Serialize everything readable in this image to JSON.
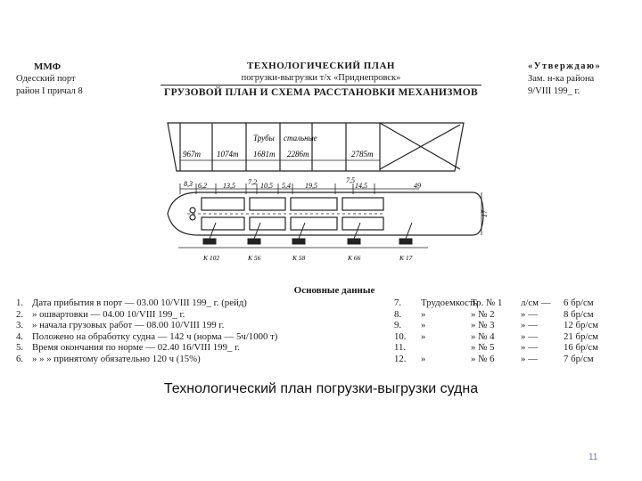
{
  "header": {
    "org": "ММФ",
    "port_line1": "Одесский порт",
    "port_line2": "район I причал 8",
    "title": "ТЕХНОЛОГИЧЕСКИЙ ПЛАН",
    "subtitle": "погрузки-выгрузки т/х «Приднепровск»",
    "plan_title": "ГРУЗОВОЙ ПЛАН И СХЕМА РАССТАНОВКИ МЕХАНИЗМОВ",
    "approve": "«Утверждаю»",
    "approve_role": "Зам. н-ка района",
    "approve_date": "9/VIII 199_ г."
  },
  "cargo_plan": {
    "cells": [
      "967т",
      "1074т",
      "Трубы",
      "1681т",
      "стальные",
      "2286т",
      "2785т"
    ]
  },
  "scheme": {
    "dims": [
      "8,3",
      "6,2",
      "13,5",
      "7,2",
      "10,5",
      "5,4",
      "19,5",
      "7,5",
      "14,5",
      "49",
      "17"
    ],
    "cranes": [
      "К 102",
      "К 56",
      "К 58",
      "К 66",
      "К 17"
    ]
  },
  "main_data": {
    "title": "Основные данные",
    "left_items": [
      {
        "n": "1.",
        "text": "Дата прибытия в порт — 03.00 10/VIII 199_ г. (рейд)"
      },
      {
        "n": "2.",
        "text": "» ошвартовки — 04.00 10/VIII 199_ г."
      },
      {
        "n": "3.",
        "text": "» начала грузовых работ — 08.00 10/VIII 199 г."
      },
      {
        "n": "4.",
        "text": "Положено на обработку судна — 142 ч (норма — 5ч/1000 т)"
      },
      {
        "n": "5.",
        "text": "Время окончания по норме — 02.40 16/VIII 199_ г."
      },
      {
        "n": "6.",
        "text": "» » » принятому обязательно 120 ч (15%)"
      }
    ],
    "right_items": [
      {
        "n": "7.",
        "a": "Трудоемкость",
        "b": "Тр. № 1",
        "c": "л/см —",
        "d": "6 бр/см"
      },
      {
        "n": "8.",
        "a": "»",
        "b": "» № 2",
        "c": "» —",
        "d": "8 бр/см"
      },
      {
        "n": "9.",
        "a": "»",
        "b": "» № 3",
        "c": "» —",
        "d": "12 бр/см"
      },
      {
        "n": "10.",
        "a": "»",
        "b": "» № 4",
        "c": "» —",
        "d": "21 бр/см"
      },
      {
        "n": "11.",
        "a": "",
        "b": "» № 5",
        "c": "» —",
        "d": "16 бр/см"
      },
      {
        "n": "12.",
        "a": "»",
        "b": "» № 6",
        "c": "» —",
        "d": "7 бр/см"
      }
    ]
  },
  "caption": "Технологический план погрузки-выгрузки судна",
  "page_number": "11"
}
